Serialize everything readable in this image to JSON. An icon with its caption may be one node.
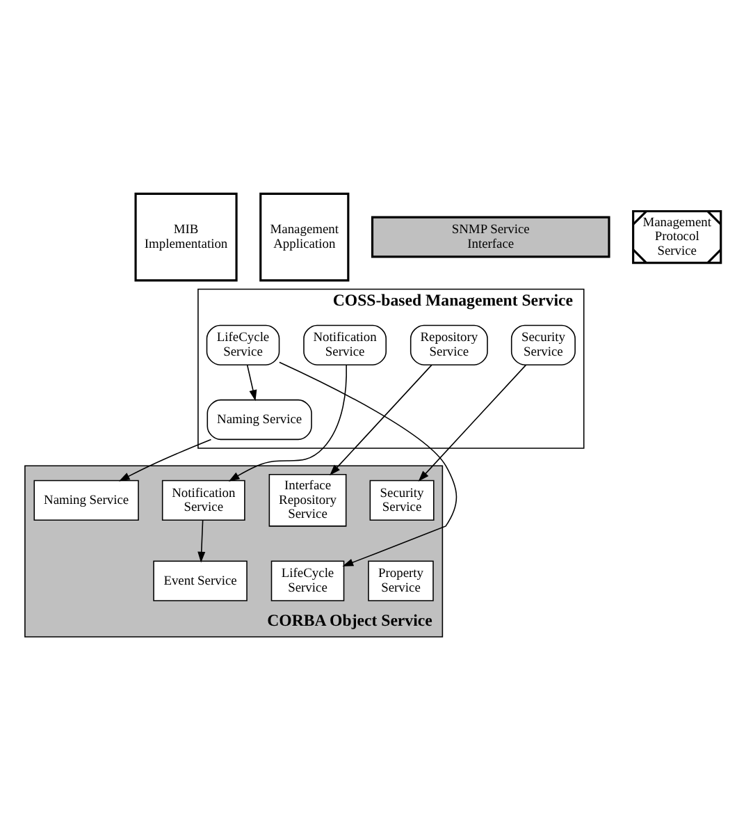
{
  "diagram": {
    "nodes": [
      {
        "text": [
          "MIB Implementation"
        ]
      },
      {
        "text": [
          "Management Application"
        ]
      },
      {
        "text": [
          "SNMP Service Interface"
        ]
      },
      {
        "text": [
          "Management Protocol Service"
        ]
      },
      {
        "text": [
          "COSS-based Management Service"
        ]
      },
      {
        "text": [
          "LifeCycle Service"
        ],
        "in": 4
      },
      {
        "text": [
          "Notification Service"
        ],
        "in": 4
      },
      {
        "text": [
          "Repository Service"
        ],
        "in": 4
      },
      {
        "text": [
          "Security Service"
        ],
        "in": 4
      },
      {
        "text": [
          "Naming Service"
        ],
        "in": 4
      },
      {
        "text": [
          "CORBA Object Service"
        ]
      },
      {
        "text": [
          "Naming Service"
        ],
        "in": 10
      },
      {
        "text": [
          "Notification Service"
        ],
        "in": 10
      },
      {
        "text": [
          "Interface Repository Service"
        ],
        "in": 10
      },
      {
        "text": [
          "Security Service"
        ],
        "in": 10
      },
      {
        "text": [
          "LifeCycle Service"
        ],
        "in": 10
      },
      {
        "text": [
          "Property Service"
        ],
        "in": 10
      },
      {
        "text": [
          "Event Service"
        ],
        "in": 10
      }
    ],
    "edges": [
      {
        "from": 5,
        "to": 9,
        "arrow": "to"
      },
      {
        "from": 5,
        "to": 15,
        "arrow": "to"
      },
      {
        "from": 9,
        "to": 11,
        "arrow": "to"
      },
      {
        "from": 6,
        "to": 12,
        "arrow": "to"
      },
      {
        "from": 7,
        "to": 13,
        "arrow": "to"
      },
      {
        "from": 8,
        "to": 14,
        "arrow": "to"
      },
      {
        "from": 12,
        "to": 17,
        "arrow": "to"
      }
    ]
  }
}
